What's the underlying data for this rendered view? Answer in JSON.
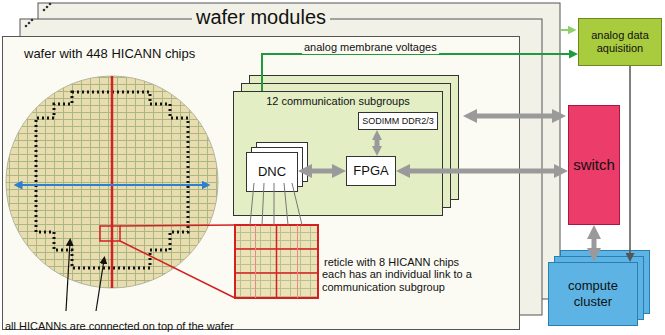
{
  "diagram": {
    "nodes": [
      {
        "text": [
          "wafer modules"
        ]
      },
      {
        "text": [
          "12 communication subgroups"
        ],
        "in": 0
      },
      {
        "text": [
          "DNC"
        ],
        "in": 1
      },
      {
        "text": [
          "FPGA"
        ],
        "in": 1
      },
      {
        "text": [
          "SODIMM DDR2/3"
        ],
        "in": 1
      },
      {
        "text": [
          "analog data aquisition"
        ]
      },
      {
        "text": [
          "switch"
        ]
      },
      {
        "text": [
          "compute cluster"
        ]
      }
    ],
    "edges": [
      {
        "from": 1,
        "to": 5,
        "arrow": "to",
        "label": "analog membrane voltages"
      },
      {
        "from": 2,
        "to": 3,
        "arrow": "both"
      },
      {
        "from": 3,
        "to": 4,
        "arrow": "both"
      },
      {
        "from": 3,
        "to": 6,
        "arrow": "both"
      },
      {
        "from": 6,
        "to": 7,
        "arrow": "both"
      },
      {
        "from": 5,
        "to": 7,
        "arrow": "to"
      }
    ],
    "labels": [
      "wafer with 448 HICANN chips",
      "reticle with 8 HICANN chips",
      "each has an individual link to a communication subgroup",
      "all HICANNs are connected on top of the wafer"
    ]
  }
}
